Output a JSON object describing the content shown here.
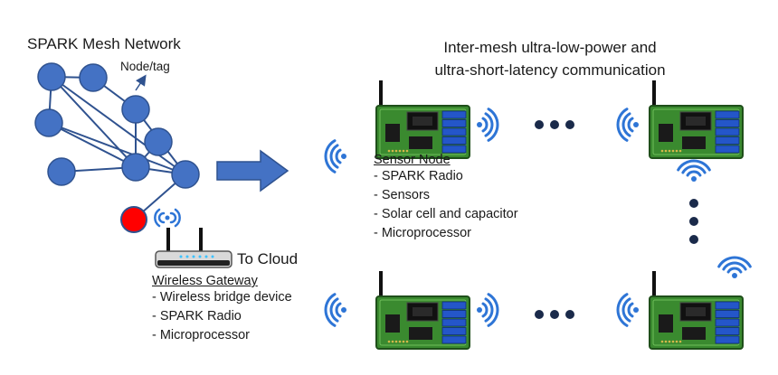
{
  "mesh": {
    "title": "SPARK Mesh Network",
    "node_label": "Node/tag"
  },
  "inter_mesh": {
    "line1": "Inter-mesh ultra-low-power and",
    "line2": "ultra-short-latency communication"
  },
  "sensor_node": {
    "heading": "Sensor Node",
    "items": [
      "- SPARK Radio",
      "- Sensors",
      "- Solar cell and capacitor",
      "- Microprocessor"
    ]
  },
  "gateway": {
    "heading": "Wireless Gateway",
    "items": [
      "- Wireless bridge device",
      "- SPARK Radio",
      "- Microprocessor"
    ],
    "cloud_label": "To Cloud"
  },
  "colors": {
    "node_fill": "#4472c4",
    "node_stroke": "#2f528f",
    "gateway_node": "#ff0000",
    "arrow": "#4472c4",
    "signal": "#2e75d6",
    "board_green": "#3a8a2f",
    "board_dark": "#1f4f1a",
    "dots": "#1a2a4a"
  }
}
